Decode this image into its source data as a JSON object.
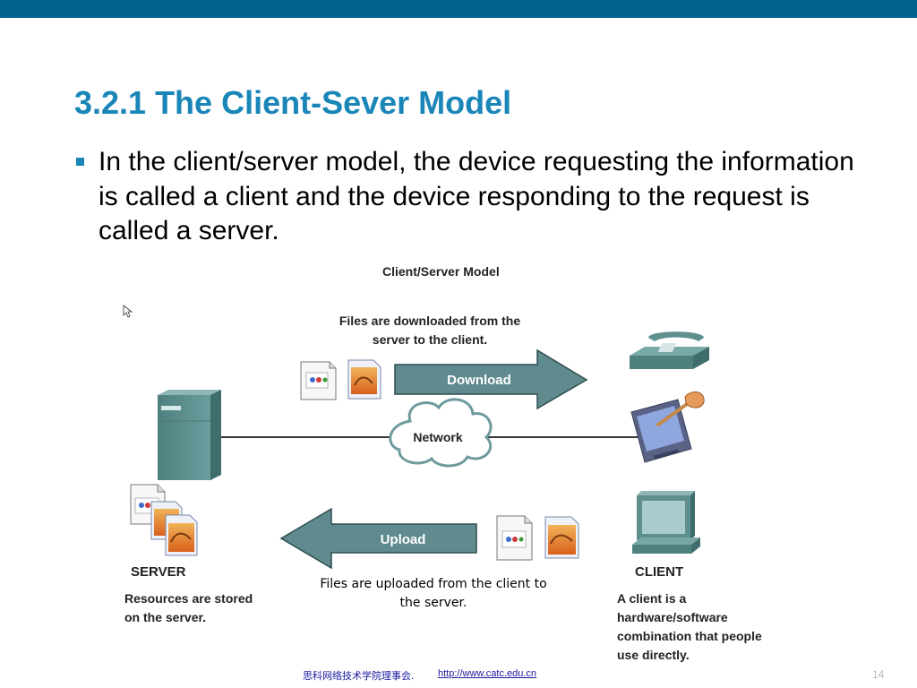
{
  "slide": {
    "title": "3.2.1 The Client-Sever Model",
    "bullet": "In the client/server model, the device requesting the information is called a client and the device responding to the request is called a server."
  },
  "diagram": {
    "title": "Client/Server Model",
    "download_caption": [
      "Files are downloaded from the",
      "server to the client."
    ],
    "download_label": "Download",
    "network_label": "Network",
    "upload_label": "Upload",
    "upload_caption": [
      "Files are uploaded from the client to",
      "the server."
    ],
    "server_label": "SERVER",
    "server_desc": [
      "Resources are stored",
      "on the server."
    ],
    "client_label": "CLIENT",
    "client_desc": [
      "A client is a",
      "hardware/software",
      "combination that people",
      "use directly."
    ]
  },
  "footer": {
    "text": "思科网络技术学院理事会.",
    "link": "http://www.catc.edu.cn",
    "page_number": "14"
  },
  "colors": {
    "top_bar": "#00628e",
    "title": "#1a86b8",
    "arrow_fill": "#5f8a8e",
    "server": "#5e8e8e"
  },
  "icons": [
    "server-icon",
    "document-icon",
    "image-document-icon",
    "telephone-icon",
    "pda-icon",
    "monitor-icon",
    "cloud-icon",
    "mouse-pointer-icon"
  ]
}
